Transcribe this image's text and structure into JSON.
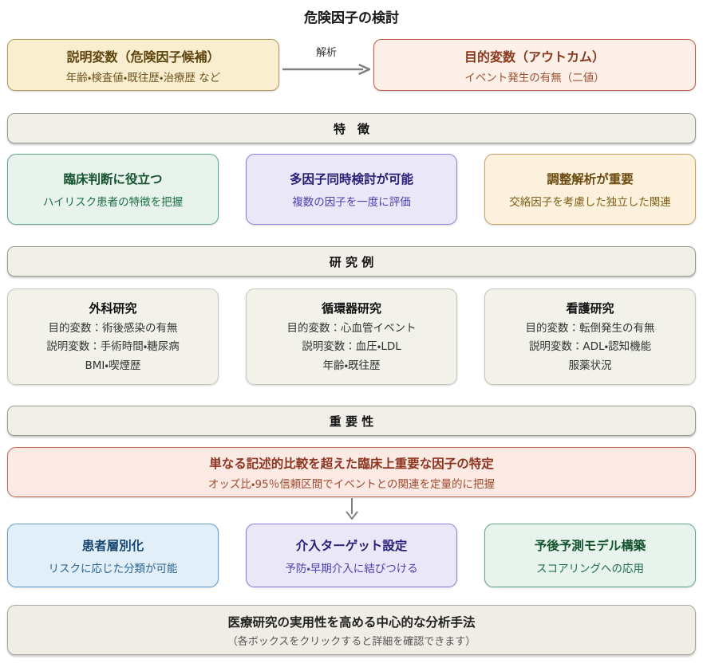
{
  "title": "危険因子の検討",
  "flow": {
    "explanatory": {
      "title": "説明変数（危険因子候補）",
      "subtitle": "年齢・検査値・既往歴・治療歴 など"
    },
    "arrow_label": "解析",
    "outcome": {
      "title": "目的変数（アウトカム）",
      "subtitle": "イベント発生の有無（二値）"
    }
  },
  "sections": {
    "features": {
      "header": "特　徴",
      "items": [
        {
          "title": "臨床判断に役立つ",
          "subtitle": "ハイリスク患者の特徴を把握"
        },
        {
          "title": "多因子同時検討が可能",
          "subtitle": "複数の因子を一度に評価"
        },
        {
          "title": "調整解析が重要",
          "subtitle": "交絡因子を考慮した独立した関連"
        }
      ]
    },
    "examples": {
      "header": "研 究 例",
      "items": [
        {
          "title": "外科研究",
          "lines": [
            "目的変数：術後感染の有無",
            "説明変数：手術時間・糖尿病",
            "BMI・喫煙歴"
          ]
        },
        {
          "title": "循環器研究",
          "lines": [
            "目的変数：心血管イベント",
            "説明変数：血圧・LDL",
            "年齢・既往歴"
          ]
        },
        {
          "title": "看護研究",
          "lines": [
            "目的変数：転倒発生の有無",
            "説明変数：ADL・認知機能",
            "服薬状況"
          ]
        }
      ]
    },
    "importance": {
      "header": "重 要 性",
      "highlight": {
        "title": "単なる記述的比較を超えた臨床上重要な因子の特定",
        "subtitle": "オッズ比・95％信頼区間でイベントとの関連を定量的に把握"
      },
      "items": [
        {
          "title": "患者層別化",
          "subtitle": "リスクに応じた分類が可能"
        },
        {
          "title": "介入ターゲット設定",
          "subtitle": "予防・早期介入に結びつける"
        },
        {
          "title": "予後予測モデル構築",
          "subtitle": "スコアリングへの応用"
        }
      ]
    }
  },
  "footer": {
    "title": "医療研究の実用性を高める中心的な分析手法",
    "subtitle": "（各ボックスをクリックすると詳細を確認できます）"
  },
  "colors": {
    "explanatory_bg": "#f9eed0",
    "explanatory_border": "#b9995e",
    "outcome_bg": "#fdf0e8",
    "outcome_border": "#c05f48",
    "feature_green_bg": "#e7f3ec",
    "feature_green_border": "#5fa886",
    "feature_purple_bg": "#eae8f8",
    "feature_purple_border": "#8b80d6",
    "feature_orange_bg": "#fbf1dc",
    "feature_orange_border": "#c9a260",
    "example_bg": "#f2f1ea",
    "example_border": "#c9c7bd",
    "highlight_bg": "#faeae3",
    "highlight_border": "#bb6950",
    "app_blue_bg": "#e2eef8",
    "app_blue_border": "#619ecb",
    "section_bar_bg": "#f1efe8",
    "footer_bg": "#efede5",
    "arrow": "#808080"
  }
}
